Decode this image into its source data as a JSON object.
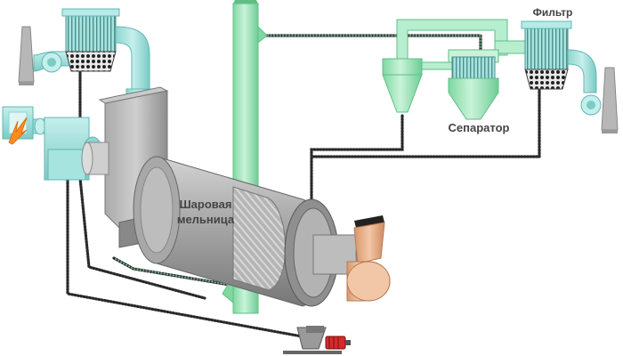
{
  "labels": {
    "filter": "Фильтр",
    "separator": "Сепаратор",
    "mill_line1": "Шаровая",
    "mill_line2": "мельница"
  },
  "colors": {
    "teal": "#a6e4e0",
    "teal_dark": "#5fb8b2",
    "green_pipe": "#a4e7bd",
    "green_pipe_dark": "#5fbf86",
    "mill_gray": "#9a9a9a",
    "mill_light": "#c9c9c9",
    "feeder_tan": "#e8b48d",
    "chute_tan": "#e0a27a",
    "stack_gray": "#b7b7b7",
    "flame": "#ff8c1a",
    "conveyor": "#333333"
  },
  "icons": {
    "flame": "flame-icon",
    "motor": "motor-icon"
  }
}
